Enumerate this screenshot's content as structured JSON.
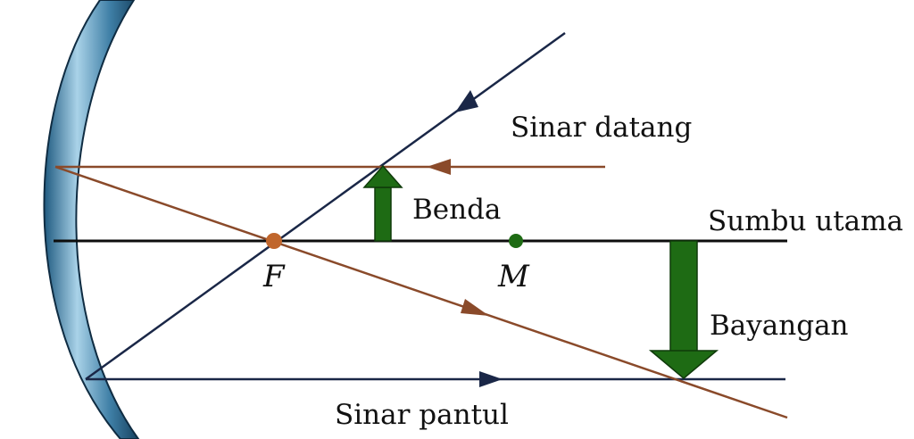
{
  "labels": {
    "incident_ray": "Sinar datang",
    "object": "Benda",
    "principal_axis": "Sumbu utama",
    "image": "Bayangan",
    "reflected_ray": "Sinar pantul",
    "focal_point": "F",
    "center_of_curvature": "M"
  },
  "colors": {
    "axis": "#0d0d0d",
    "ray_blue": "#1a2747",
    "ray_brown": "#8a4a2a",
    "arrow_green": "#1e6b14",
    "focal_point": "#c0662c",
    "center_point": "#1e6b14",
    "mirror_light": "#a9d2e8",
    "mirror_dark": "#1f5a80"
  }
}
